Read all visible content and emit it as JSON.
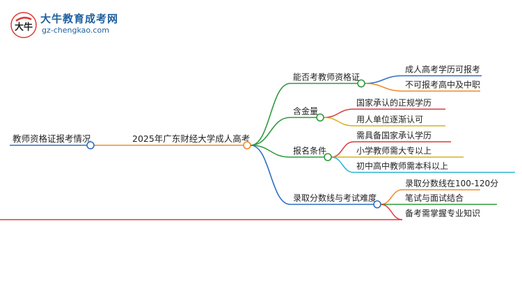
{
  "logo": {
    "title": "大牛教育成考网",
    "url": "gz-chengkao.com",
    "mark_text": "大牛"
  },
  "mindmap": {
    "left_topic": "教师资格证报考情况",
    "center_topic": "2025年广东财经大学成人高考",
    "branches": [
      {
        "label": "能否考教师资格证",
        "color": "#2e9b3c",
        "leaves": [
          {
            "label": "成人高考学历可报考",
            "color": "#2f6fc2"
          },
          {
            "label": "不可报考高中及中职",
            "color": "#f08a24"
          }
        ]
      },
      {
        "label": "含金量",
        "color": "#2e9b3c",
        "leaves": [
          {
            "label": "国家承认的正规学历",
            "color": "#d93a3a"
          },
          {
            "label": "用人单位逐渐认可",
            "color": "#d6b21e"
          }
        ]
      },
      {
        "label": "报名条件",
        "color": "#2e9b3c",
        "leaves": [
          {
            "label": "需具备国家承认学历",
            "color": "#d93a3a"
          },
          {
            "label": "小学教师需大专以上",
            "color": "#d6b21e"
          },
          {
            "label": "初中高中教师需本科以上",
            "color": "#2ab3d6"
          }
        ]
      },
      {
        "label": "录取分数线与考试难度",
        "color": "#2f6fc2",
        "leaves": [
          {
            "label": "录取分数线在100-120分",
            "color": "#f08a24"
          },
          {
            "label": "笔试与面试结合",
            "color": "#2e9b3c"
          },
          {
            "label": "备考需掌握专业知识",
            "color": "#d93a3a"
          }
        ]
      }
    ],
    "colors": {
      "left_link": "#2f6fc2",
      "center_link": "#f08a24",
      "node_fill": "#ffffff"
    }
  }
}
